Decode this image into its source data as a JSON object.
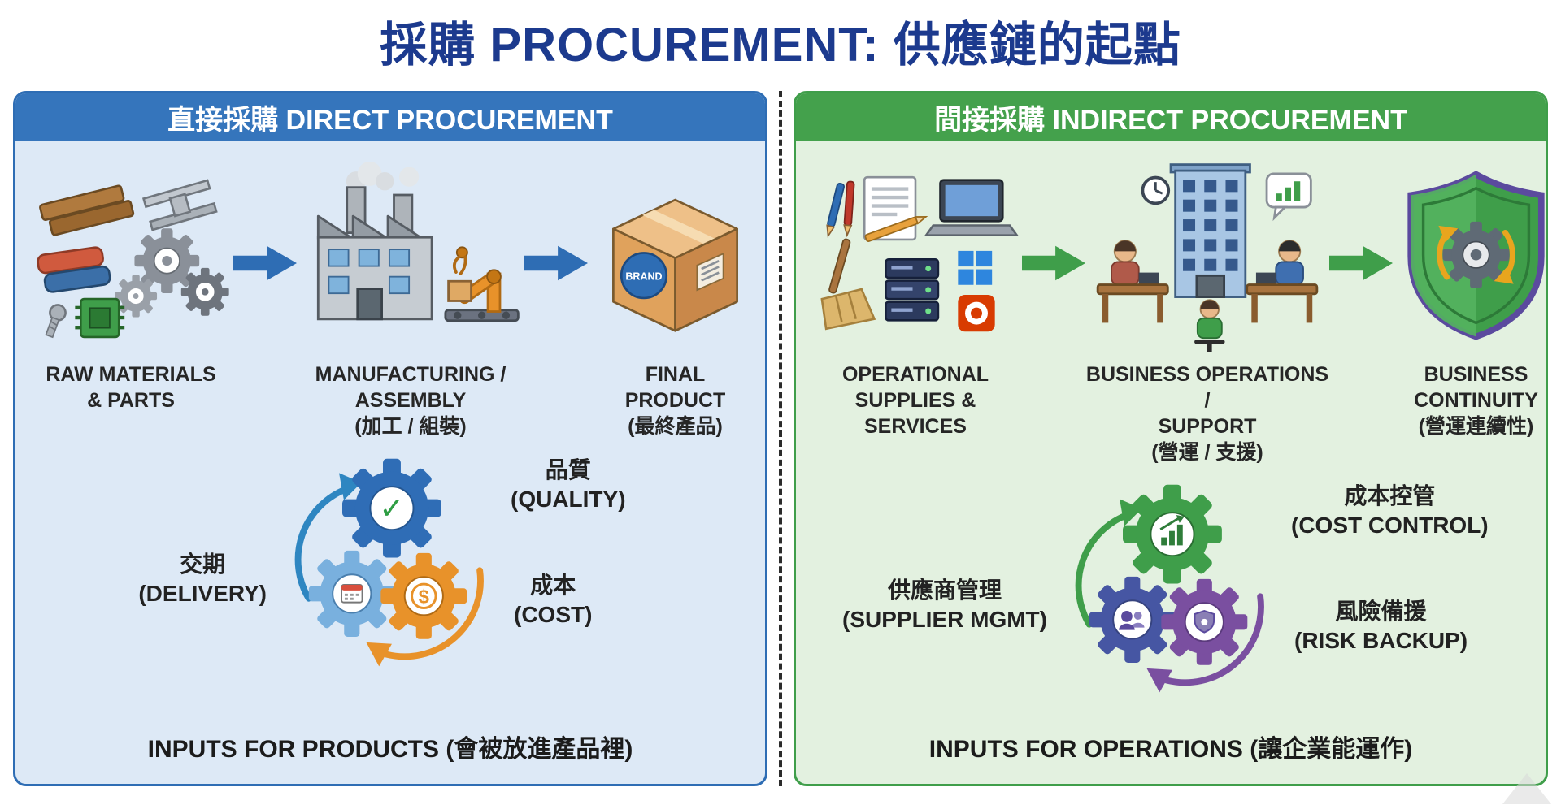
{
  "title": "採購 PROCUREMENT: 供應鏈的起點",
  "glyphs": {
    "check": "✓",
    "dollar": "$"
  },
  "colors": {
    "title_text": "#1c3a8e",
    "direct_accent": "#2e6db4",
    "direct_header_bg": "#3575bc",
    "direct_panel_bg": "#dde9f6",
    "indirect_accent": "#3f9e4a",
    "indirect_header_bg": "#44a14c",
    "indirect_panel_bg": "#e3f1e0"
  },
  "direct": {
    "header": "直接採購 DIRECT PROCUREMENT",
    "steps": [
      {
        "label": "RAW MATERIALS\n& PARTS"
      },
      {
        "label": "MANUFACTURING /\nASSEMBLY\n(加工 / 組裝)"
      },
      {
        "label": "FINAL\nPRODUCT\n(最終產品)"
      }
    ],
    "brand_label": "BRAND",
    "cycle": {
      "top_right": "品質\n(QUALITY)",
      "left": "交期\n(DELIVERY)",
      "right": "成本\n(COST)"
    },
    "footer": "INPUTS FOR PRODUCTS (會被放進產品裡)"
  },
  "indirect": {
    "header": "間接採購 INDIRECT PROCUREMENT",
    "steps": [
      {
        "label": "OPERATIONAL\nSUPPLIES &\nSERVICES"
      },
      {
        "label": "BUSINESS OPERATIONS /\nSUPPORT\n(營運 / 支援)"
      },
      {
        "label": "BUSINESS\nCONTINUITY\n(營運連續性)"
      }
    ],
    "cycle": {
      "top_right": "成本控管\n(COST CONTROL)",
      "left": "供應商管理\n(SUPPLIER MGMT)",
      "right": "風險備援\n(RISK BACKUP)"
    },
    "footer": "INPUTS FOR OPERATIONS (讓企業能運作)"
  }
}
